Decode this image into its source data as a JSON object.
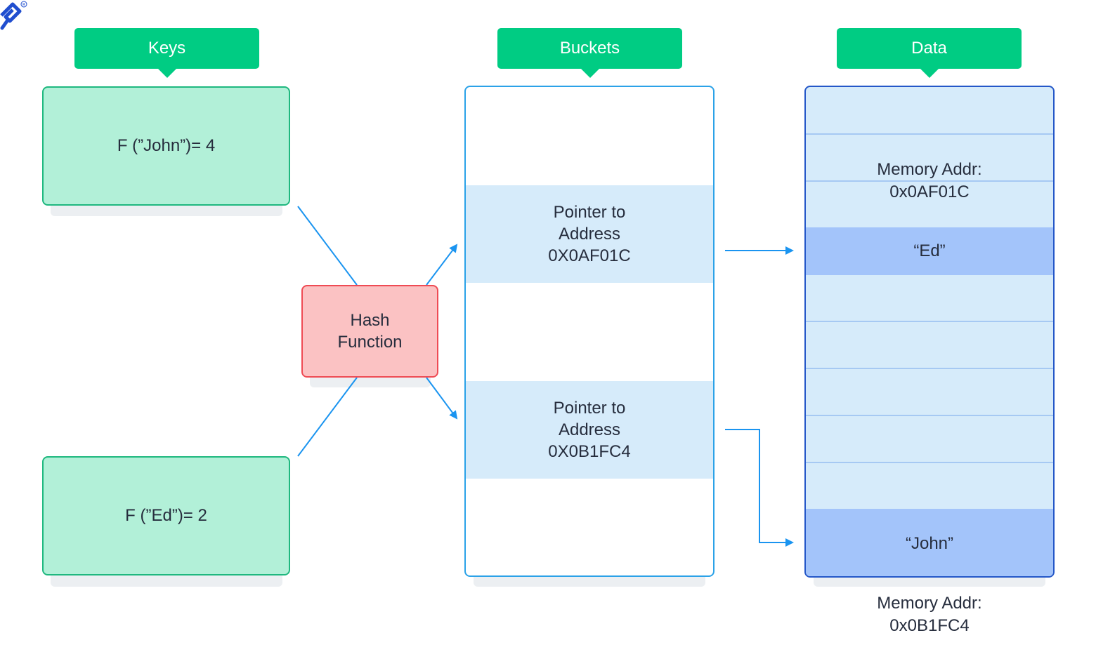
{
  "headers": {
    "keys": "Keys",
    "buckets": "Buckets",
    "data": "Data"
  },
  "keys": [
    {
      "label": "F (”John”)= 4"
    },
    {
      "label": "F (”Ed”)= 2"
    }
  ],
  "hash_function": {
    "line1": "Hash",
    "line2": "Function"
  },
  "buckets": [
    {
      "line1": "Pointer to",
      "line2": "Address",
      "line3": "0X0AF01C"
    },
    {
      "line1": "Pointer to",
      "line2": "Address",
      "line3": "0X0B1FC4"
    }
  ],
  "data": {
    "addr_top": {
      "line1": "Memory Addr:",
      "line2": "0x0AF01C"
    },
    "addr_bottom": {
      "line1": "Memory Addr:",
      "line2": "0x0B1FC4"
    },
    "values": [
      "“Ed”",
      "“John”"
    ]
  },
  "colors": {
    "header_green": "#00cc83",
    "key_fill": "#b2f0d8",
    "key_border": "#1fb87f",
    "hash_fill": "#fbc2c3",
    "hash_border": "#ef4b54",
    "bucket_border": "#2ba2e8",
    "bucket_fill": "#d6ebfa",
    "data_border": "#2457c8",
    "data_highlight": "#a3c4fa",
    "arrow": "#1a94f0"
  },
  "logo": {
    "icon": "toptal-logo-icon"
  }
}
